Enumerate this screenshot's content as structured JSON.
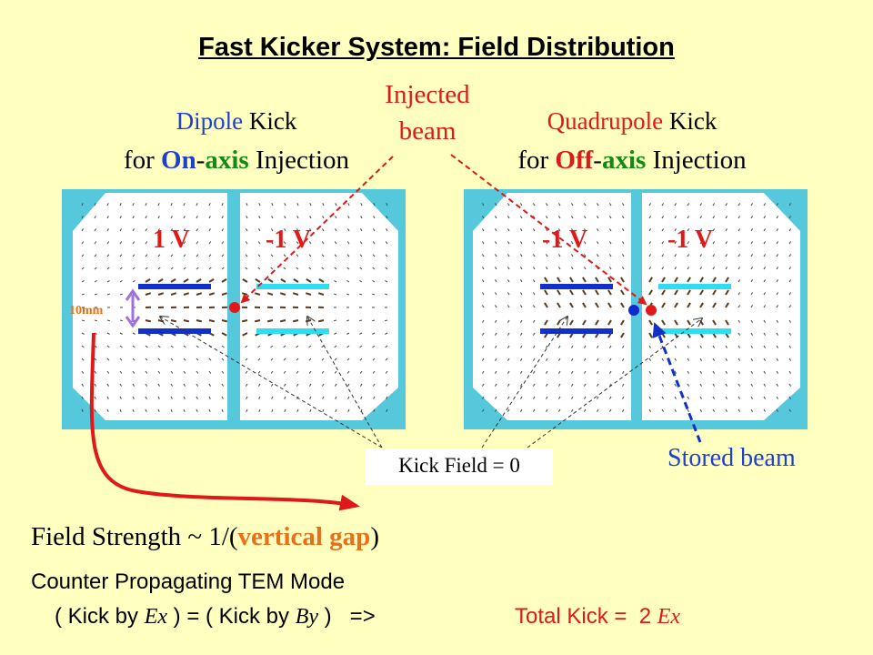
{
  "title": "Fast Kicker System: Field Distribution",
  "left_panel": {
    "heading_word1": "Dipole",
    "heading_word2": " Kick",
    "line2_prefix": "for ",
    "line2_on": "On",
    "line2_dash": "-",
    "line2_axis": "axis",
    "line2_suffix": " Injection",
    "electrode_left_voltage": "1 V",
    "electrode_right_voltage": "-1 V",
    "gap_label": "10mm"
  },
  "right_panel": {
    "heading_word1": "Quadrupole",
    "heading_word2": " Kick",
    "line2_prefix": "for ",
    "line2_off": "Off",
    "line2_dash": "-",
    "line2_axis": "axis",
    "line2_suffix": " Injection",
    "electrode_left_voltage": "-1 V",
    "electrode_right_voltage": "-1 V"
  },
  "injected_beam": {
    "line1": "Injected",
    "line2": "beam"
  },
  "stored_beam": "Stored beam",
  "kick_field_zero": "Kick Field = 0",
  "field_strength": {
    "prefix": "Field Strength ~ 1/(",
    "highlight": "vertical gap",
    "suffix": ")"
  },
  "tem_mode": {
    "line1": "Counter Propagating TEM Mode",
    "p1": "( Kick by ",
    "ex": "Ex",
    "p2": " ) = ( Kick by ",
    "by": "By",
    "p3": " )   =>",
    "total_prefix": "Total Kick =  2 ",
    "total_ex": "Ex"
  },
  "colors": {
    "background": "#ffffc0",
    "panel_cyan": "#55c8dc",
    "electrode_blue": "#1030c8",
    "electrode_cyan": "#30dcf0",
    "beam_red": "#e01818",
    "beam_blue": "#1028d0",
    "arrow_red": "#e01818",
    "arrow_blue": "#1030c8"
  }
}
